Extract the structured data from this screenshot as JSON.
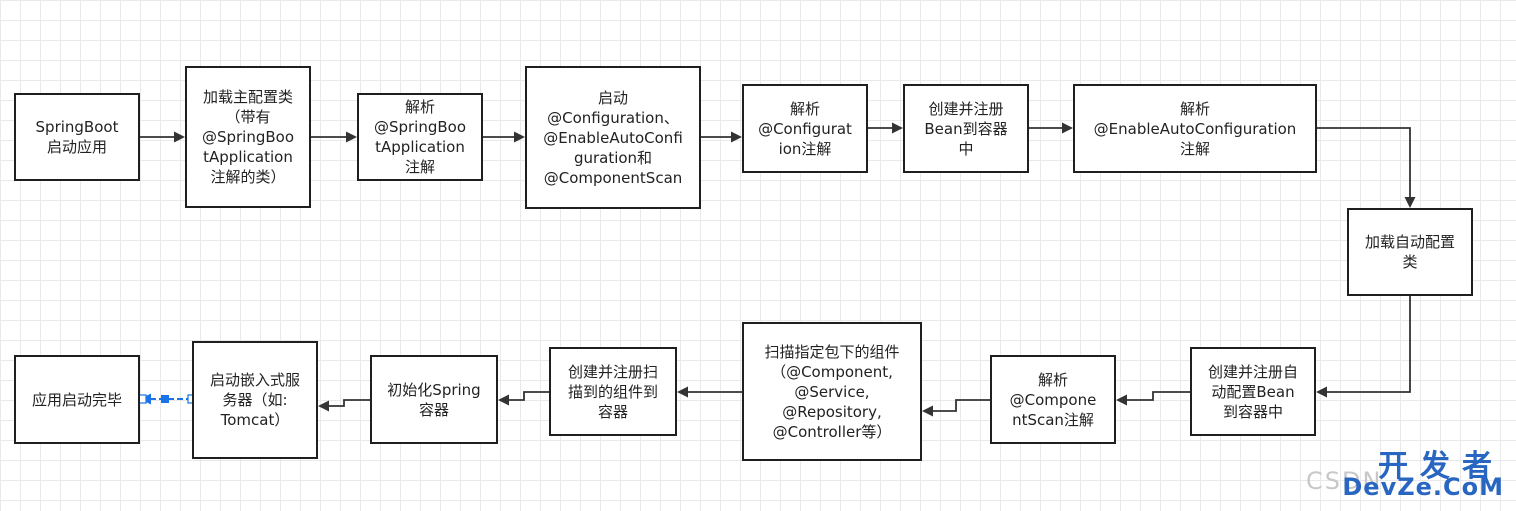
{
  "nodes": {
    "n1": "SpringBoot\n启动应用",
    "n2": "加载主配置类\n（带有\n@SpringBoo\ntApplication\n注解的类）",
    "n3": "解析\n@SpringBoo\ntApplication\n注解",
    "n4": "启动\n@Configuration、\n@EnableAutoConfi\nguration和\n@ComponentScan",
    "n5": "解析\n@Configurat\nion注解",
    "n6": "创建并注册\nBean到容器\n中",
    "n7": "解析\n@EnableAutoConfiguration\n注解",
    "n8": "加载自动配置\n类",
    "n9": "创建并注册自\n动配置Bean\n到容器中",
    "n10": "解析\n@Compone\nntScan注解",
    "n11": "扫描指定包下的组件\n（@Component,\n@Service,\n@Repository,\n@Controller等）",
    "n12": "创建并注册扫\n描到的组件到\n容器",
    "n13": "初始化Spring\n容器",
    "n14": "启动嵌入式服\n务器（如:\nTomcat）",
    "n15": "应用启动完毕"
  },
  "colors": {
    "border": "#1f1f1f",
    "arrow": "#333333",
    "selected_edge": "#1a73e8",
    "grid": "#e9e9e9",
    "watermark_brand": "#2866c2"
  },
  "watermark": {
    "csdn": "CSDN",
    "brand_cn": "开发者",
    "brand_en": "DevZe.CoM"
  }
}
